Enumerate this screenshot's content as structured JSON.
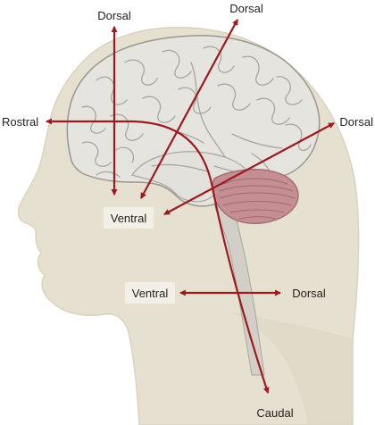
{
  "labels": {
    "dorsal_top_left": "Dorsal",
    "dorsal_top_right": "Dorsal",
    "rostral": "Rostral",
    "dorsal_right": "Dorsal",
    "ventral_brain": "Ventral",
    "ventral_spinal": "Ventral",
    "dorsal_spinal": "Dorsal",
    "caudal": "Caudal"
  },
  "colors": {
    "arrow": "#9b1b1f",
    "head_skin": "#e5e0cf",
    "head_outline": "#d9d3bf",
    "brain": "#e6e4df",
    "brain_fold": "#a9a6a0",
    "cerebellum": "#c48e93",
    "cerebellum_fold": "#9f6a70",
    "brainstem": "#d2cfc9",
    "label_bg": "#f2efe6"
  }
}
